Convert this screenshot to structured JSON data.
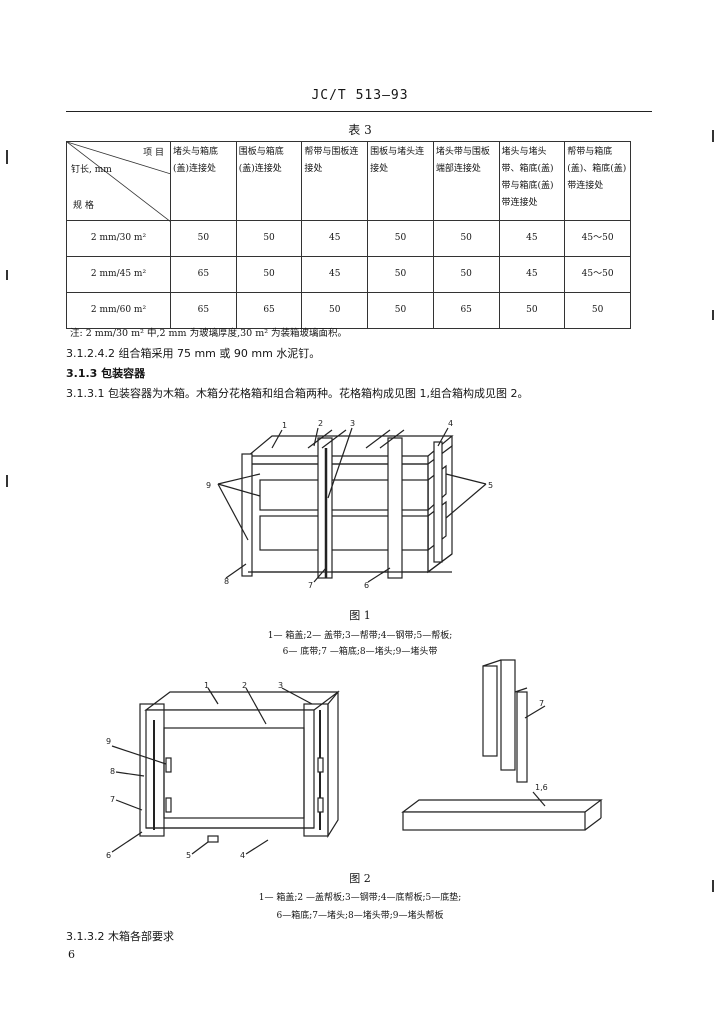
{
  "header": {
    "code": "JC/T  513—93"
  },
  "table": {
    "caption": "表 3",
    "corner": {
      "top": "项 目",
      "middle": "钉长, mm",
      "bottom": "规  格"
    },
    "columns": [
      "堵头与箱底(盖)连接处",
      "围板与箱底(盖)连接处",
      "帮带与围板连接处",
      "围板与堵头连接处",
      "堵头带与围板端部连接处",
      "堵头与堵头带、箱底(盖)带与箱底(盖)带连接处",
      "帮带与箱底(盖)、箱底(盖)带连接处"
    ],
    "rows": [
      {
        "spec": "2 mm/30 m²",
        "values": [
          "50",
          "50",
          "45",
          "50",
          "50",
          "45",
          "45～50"
        ]
      },
      {
        "spec": "2 mm/45 m²",
        "values": [
          "65",
          "50",
          "45",
          "50",
          "50",
          "45",
          "45～50"
        ]
      },
      {
        "spec": "2 mm/60 m²",
        "values": [
          "65",
          "65",
          "50",
          "50",
          "65",
          "50",
          "50"
        ]
      }
    ],
    "note": "注: 2 mm/30 m² 中,2 mm 为玻璃厚度,30 m² 为装箱玻璃面积。"
  },
  "text": {
    "p1": "3.1.2.4.2   组合箱采用 75 mm 或 90 mm 水泥钉。",
    "p2": "3.1.3   包装容器",
    "p3": "3.1.3.1   包装容器为木箱。木箱分花格箱和组合箱两种。花格箱构成见图 1,组合箱构成见图 2。",
    "p4": "3.1.3.2   木箱各部要求"
  },
  "figure1": {
    "caption": "图 1",
    "legend1": "1— 箱盖;2— 盖带;3—帮带;4—钢带;5—帮板;",
    "legend2": "6— 底带;7 —箱底;8—堵头;9—堵头带",
    "labels": [
      "1",
      "2",
      "3",
      "4",
      "5",
      "8",
      "7",
      "6",
      "9"
    ]
  },
  "figure2": {
    "caption": "图 2",
    "legend1": "1— 箱盖;2 —盖帮板;3—钢带;4—底帮板;5—底垫;",
    "legend2": "6—箱底;7—堵头;8—堵头带;9—堵头帮板",
    "labels": [
      "1",
      "2",
      "3",
      "9",
      "8",
      "7",
      "6",
      "5",
      "4",
      "7",
      "1,6"
    ]
  },
  "page_number": "6"
}
